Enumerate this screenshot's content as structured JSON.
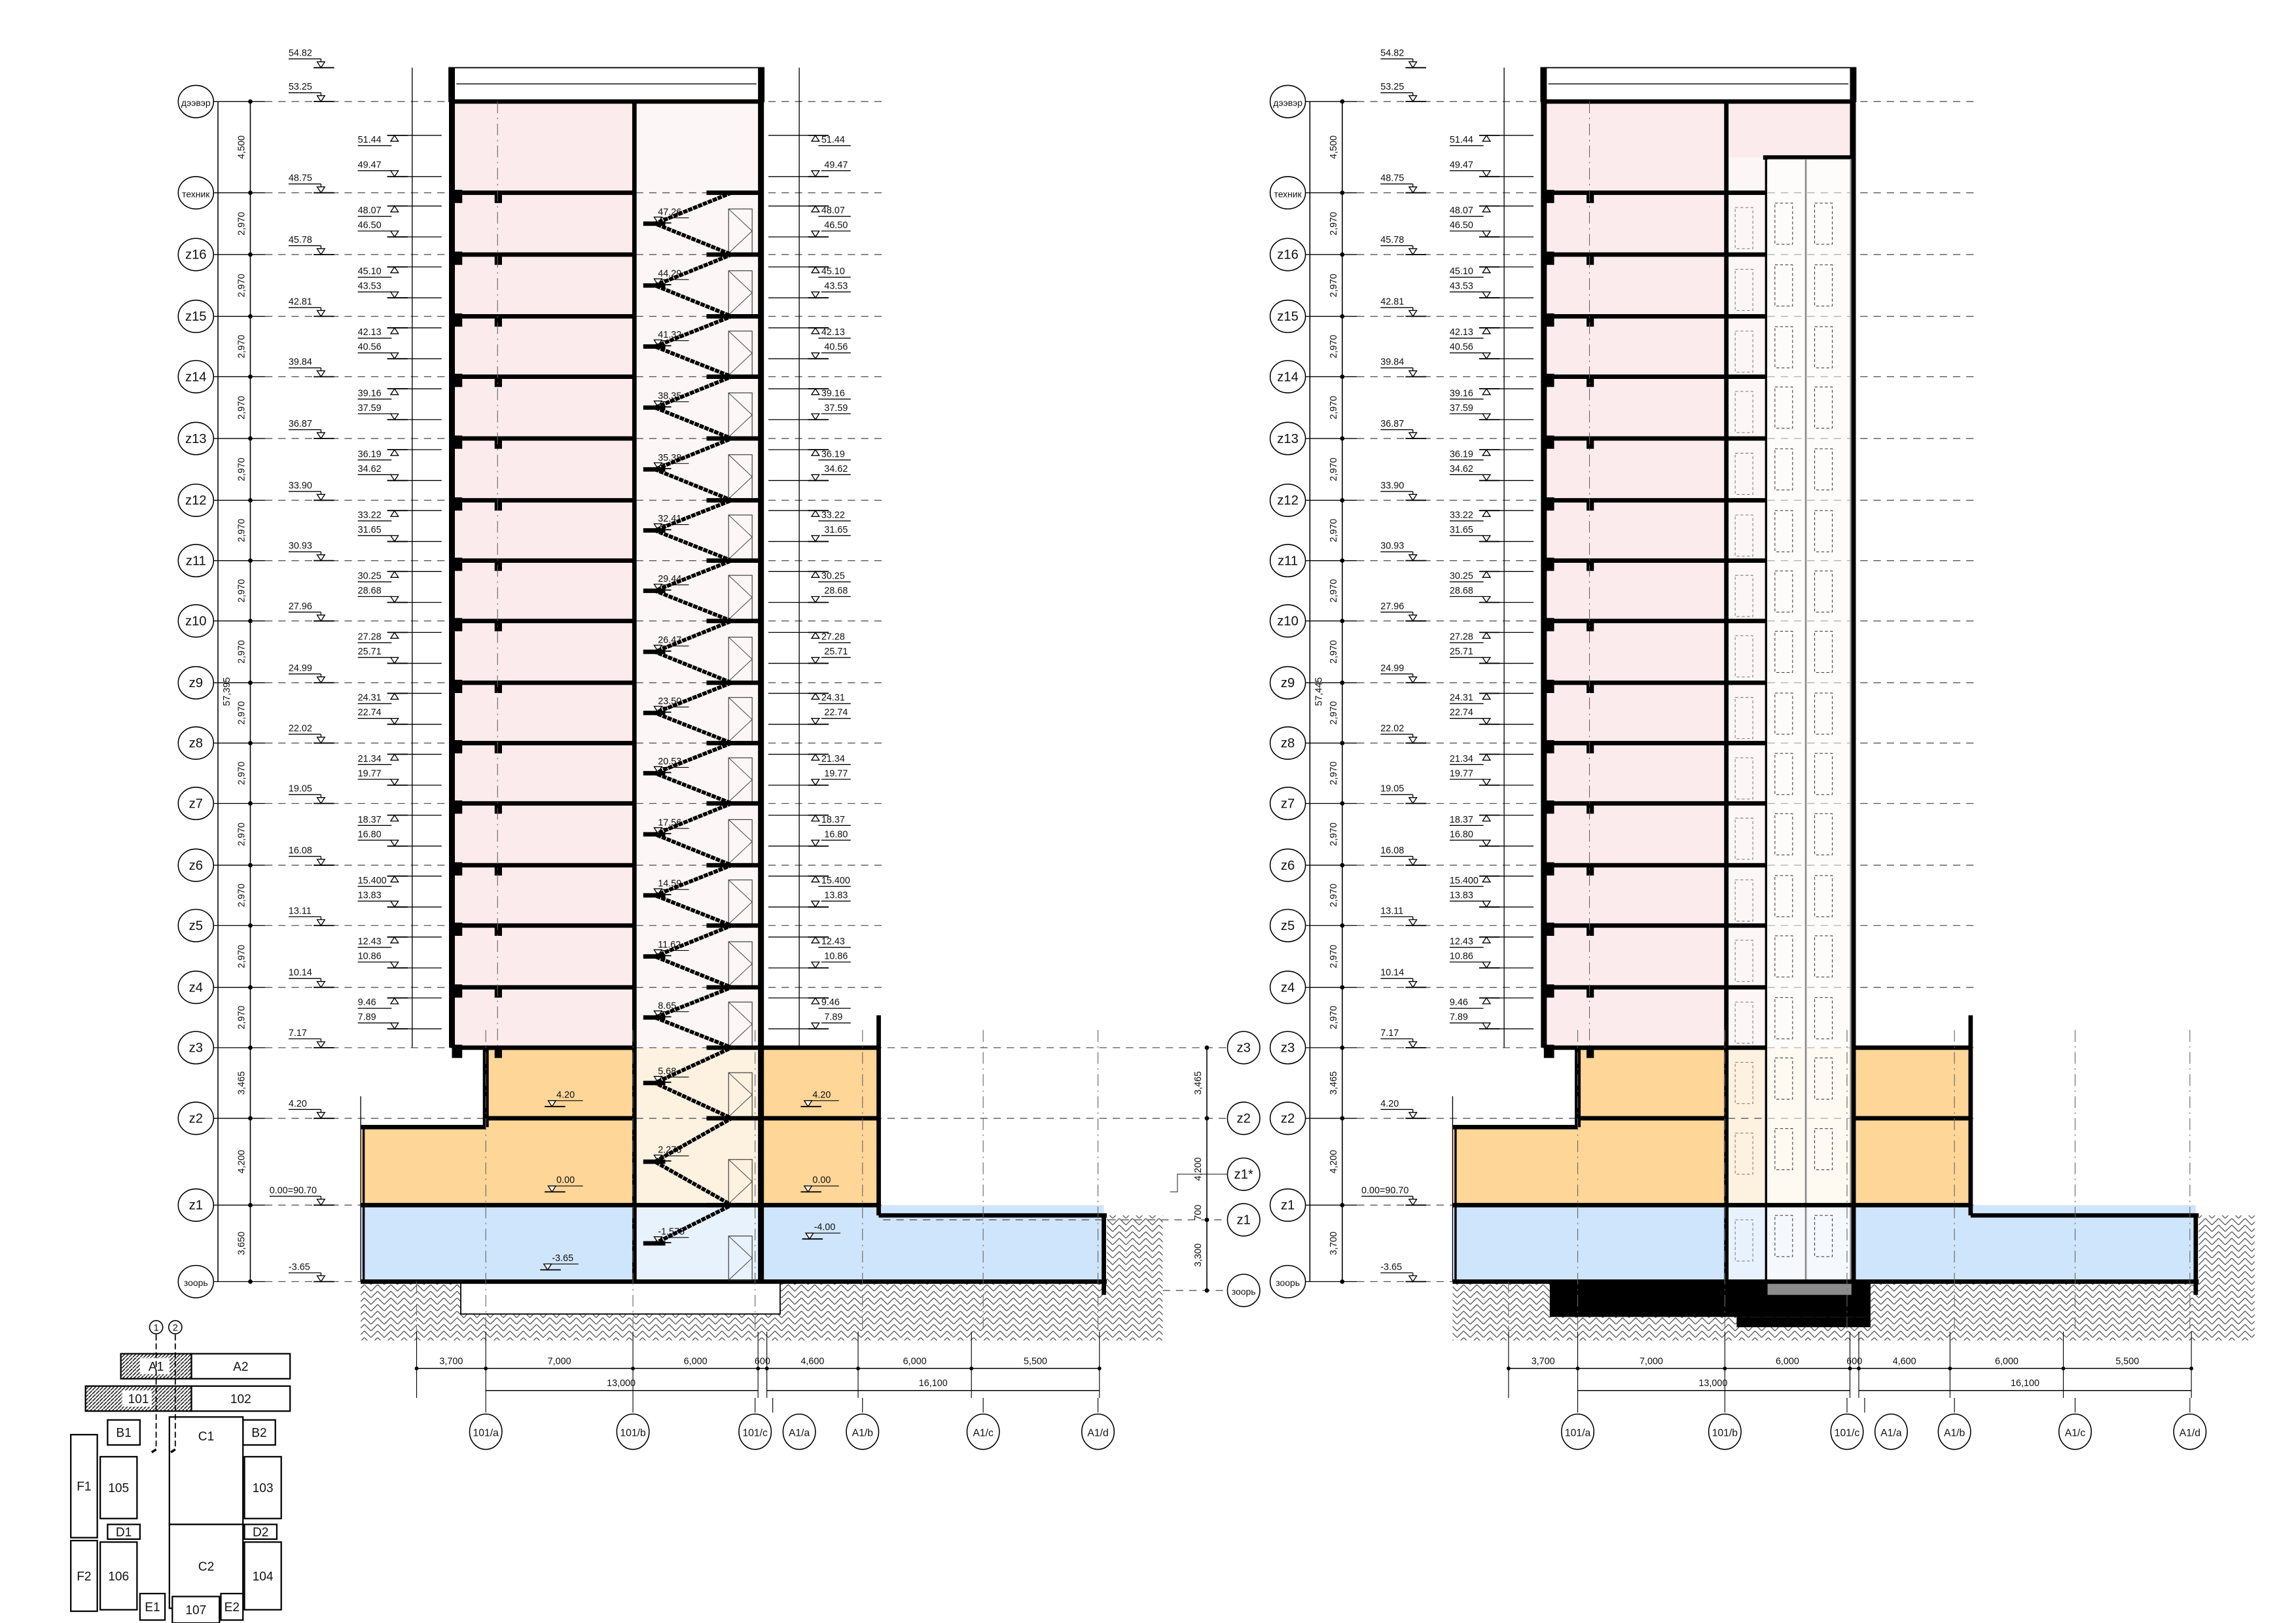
{
  "colors": {
    "pink": "#fcebec",
    "core_pink": "#fdf6f6",
    "orange": "#fdd698",
    "core_orange": "#fdf1e0",
    "blue": "#cfe5fb",
    "core_blue": "#e8f2fd",
    "line": "#000000"
  },
  "sections": [
    {
      "levels": [
        "дээвэр",
        "техник",
        "z16",
        "z15",
        "z14",
        "z13",
        "z12",
        "z11",
        "z10",
        "z9",
        "z8",
        "z7",
        "z6",
        "z5",
        "z4",
        "z3",
        "z2",
        "z1",
        "зоорь"
      ],
      "floor_dims": [
        "4,500",
        "2,970",
        "2,970",
        "2,970",
        "2,970",
        "2,970",
        "2,970",
        "2,970",
        "2,970",
        "2,970",
        "2,970",
        "2,970",
        "2,970",
        "2,970",
        "2,970",
        "3,465",
        "4,200",
        "3,650"
      ],
      "total_dim": "57,395",
      "elev_main": [
        "54.82",
        "53.25",
        "48.75",
        "45.78",
        "42.81",
        "39.84",
        "36.87",
        "33.90",
        "30.93",
        "27.96",
        "24.99",
        "22.02",
        "19.05",
        "16.08",
        "13.11",
        "10.14",
        "7.17",
        "4.20",
        "0.00=90.70",
        "-3.65"
      ],
      "window_pairs": [
        [
          "51.44",
          "49.47"
        ],
        [
          "48.07",
          "46.50"
        ],
        [
          "45.10",
          "43.53"
        ],
        [
          "42.13",
          "40.56"
        ],
        [
          "39.16",
          "37.59"
        ],
        [
          "36.19",
          "34.62"
        ],
        [
          "33.22",
          "31.65"
        ],
        [
          "30.25",
          "28.68"
        ],
        [
          "27.28",
          "25.71"
        ],
        [
          "24.31",
          "22.74"
        ],
        [
          "21.34",
          "19.77"
        ],
        [
          "18.37",
          "16.80"
        ],
        [
          "15.400",
          "13.83"
        ],
        [
          "12.43",
          "10.86"
        ],
        [
          "9.46",
          "7.89"
        ]
      ],
      "stair_elevs": [
        "47.26",
        "44.29",
        "41.32",
        "38.35",
        "35.38",
        "32.41",
        "29.44",
        "26.47",
        "23.50",
        "20.53",
        "17.56",
        "14.59",
        "11.62",
        "8.65",
        "5.68",
        "2.275",
        "-1.575"
      ],
      "room_elevs": [
        "4.20",
        "4.20",
        "0.00",
        "0.00",
        "-3.65",
        "-4.00"
      ],
      "right_levels": [
        "z3",
        "z2",
        "z1*",
        "z1",
        "зоорь"
      ],
      "right_dims": [
        "3,465",
        "4,200",
        "700",
        "3,300"
      ],
      "bottom_dims": [
        "3,700",
        "7,000",
        "6,000",
        "600",
        "4,600",
        "6,000",
        "5,500"
      ],
      "bottom_totals": [
        "13,000",
        "16,100"
      ],
      "grid_axes": [
        "101/a",
        "101/b",
        "101/c",
        "A1/a",
        "A1/b",
        "A1/c",
        "A1/d"
      ]
    },
    {
      "levels": [
        "дээвэр",
        "техник",
        "z16",
        "z15",
        "z14",
        "z13",
        "z12",
        "z11",
        "z10",
        "z9",
        "z8",
        "z7",
        "z6",
        "z5",
        "z4",
        "z3",
        "z2",
        "z1",
        "зоорь"
      ],
      "floor_dims": [
        "4,500",
        "2,970",
        "2,970",
        "2,970",
        "2,970",
        "2,970",
        "2,970",
        "2,970",
        "2,970",
        "2,970",
        "2,970",
        "2,970",
        "2,970",
        "2,970",
        "2,970",
        "3,465",
        "4,200",
        "3,700"
      ],
      "total_dim": "57,445",
      "elev_main": [
        "54.82",
        "53.25",
        "48.75",
        "45.78",
        "42.81",
        "39.84",
        "36.87",
        "33.90",
        "30.93",
        "27.96",
        "24.99",
        "22.02",
        "19.05",
        "16.08",
        "13.11",
        "10.14",
        "7.17",
        "4.20",
        "0.00=90.70",
        "-3.65"
      ],
      "window_pairs": [
        [
          "51.44",
          "49.47"
        ],
        [
          "48.07",
          "46.50"
        ],
        [
          "45.10",
          "43.53"
        ],
        [
          "42.13",
          "40.56"
        ],
        [
          "39.16",
          "37.59"
        ],
        [
          "36.19",
          "34.62"
        ],
        [
          "33.22",
          "31.65"
        ],
        [
          "30.25",
          "28.68"
        ],
        [
          "27.28",
          "25.71"
        ],
        [
          "24.31",
          "22.74"
        ],
        [
          "21.34",
          "19.77"
        ],
        [
          "18.37",
          "16.80"
        ],
        [
          "15.400",
          "13.83"
        ],
        [
          "12.43",
          "10.86"
        ],
        [
          "9.46",
          "7.89"
        ]
      ],
      "bottom_dims": [
        "3,700",
        "7,000",
        "6,000",
        "600",
        "4,600",
        "6,000",
        "5,500"
      ],
      "bottom_totals": [
        "13,000",
        "16,100"
      ],
      "grid_axes": [
        "101/a",
        "101/b",
        "101/c",
        "A1/a",
        "A1/b",
        "A1/c",
        "A1/d"
      ]
    }
  ],
  "key_plan": {
    "section_markers": [
      "1",
      "2"
    ],
    "blocks": [
      "A1",
      "A2",
      "101",
      "102",
      "B1",
      "B2",
      "C1",
      "C2",
      "105",
      "103",
      "F1",
      "F2",
      "D1",
      "D2",
      "106",
      "104",
      "E1",
      "E2",
      "107"
    ]
  }
}
